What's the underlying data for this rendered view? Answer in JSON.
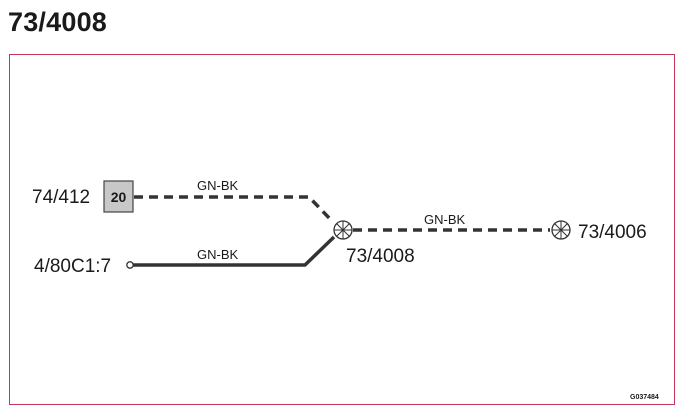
{
  "title": "73/4008",
  "frame_color": "#c8345a",
  "wire_color": "#333333",
  "connector_fill": "#c8c8c8",
  "components": {
    "left_upper_connector": "74/412",
    "connector_pin": "20",
    "left_lower_terminal": "4/80C1:7",
    "center_splice": "73/4008",
    "right_splice": "73/4006"
  },
  "wires": {
    "upper": "GN-BK",
    "lower": "GN-BK",
    "right": "GN-BK"
  },
  "icons": {
    "splice": "splice-circle-icon",
    "terminal": "terminal-dot-icon"
  },
  "reference_code": "G037484"
}
